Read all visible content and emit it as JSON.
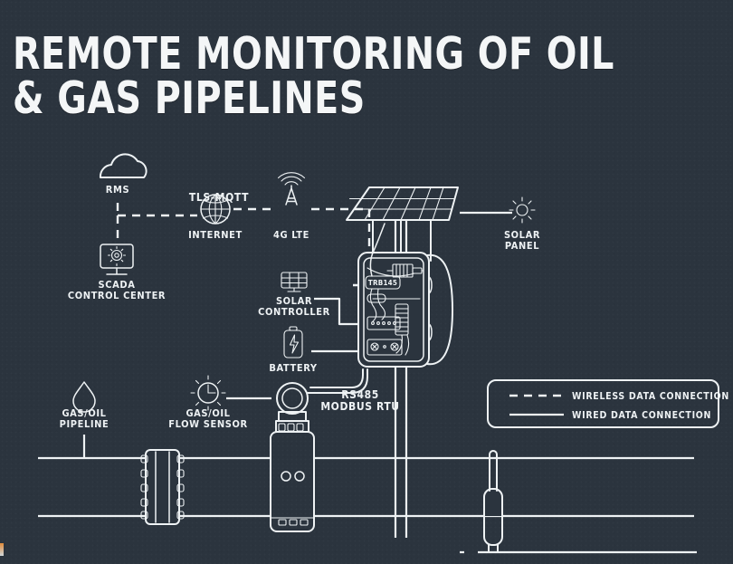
{
  "page": {
    "title": "REMOTE MONITORING OF OIL & GAS PIPELINES",
    "background_color": "#2b343e",
    "line_color": "#eef2f4"
  },
  "nodes": {
    "rms": {
      "label": "RMS",
      "icon": "cloud-icon"
    },
    "scada": {
      "label_line1": "SCADA",
      "label_line2": "CONTROL CENTER",
      "icon": "monitor-gear-icon"
    },
    "internet": {
      "label": "INTERNET",
      "icon": "globe-icon"
    },
    "lte": {
      "label": "4G LTE",
      "icon": "cell-tower-icon"
    },
    "solar_panel": {
      "label_line1": "SOLAR",
      "label_line2": "PANEL",
      "icon": "sun-icon"
    },
    "solar_controller": {
      "label_line1": "SOLAR",
      "label_line2": "CONTROLLER",
      "icon": "solar-panel-icon"
    },
    "battery": {
      "label": "BATTERY",
      "icon": "battery-bolt-icon"
    },
    "pipeline": {
      "label_line1": "GAS/OIL",
      "label_line2": "PIPELINE",
      "icon": "droplet-icon"
    },
    "flow_sensor": {
      "label_line1": "GAS/OIL",
      "label_line2": "FLOW SENSOR",
      "icon": "gauge-icon"
    },
    "modbus": {
      "label_line1": "RS485",
      "label_line2": "MODBUS RTU"
    },
    "router": {
      "badge": "TRB145"
    }
  },
  "connections": {
    "tls_mqtt_label": "TLS-MQTT"
  },
  "legend": {
    "items": [
      {
        "label": "WIRELESS DATA CONNECTION",
        "style": "dashed"
      },
      {
        "label": "WIRED DATA CONNECTION",
        "style": "solid"
      }
    ]
  }
}
